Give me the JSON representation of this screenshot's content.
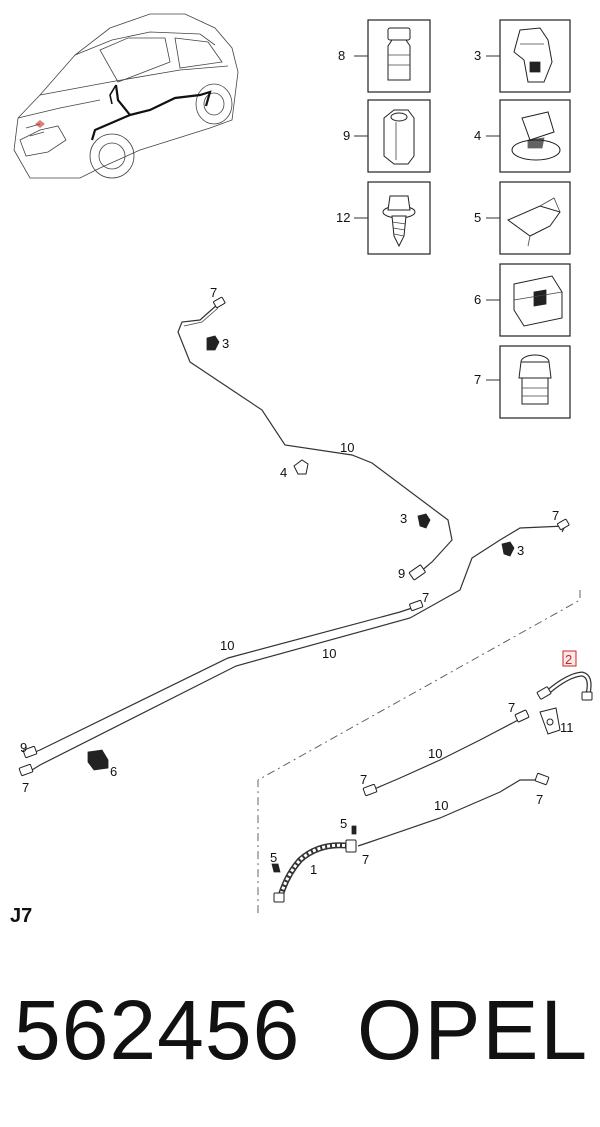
{
  "diagram": {
    "section_label": "J7",
    "highlighted_callout": "2",
    "callouts": {
      "c8": "8",
      "c9": "9",
      "c12": "12",
      "c3": "3",
      "c4": "4",
      "c5": "5",
      "c6": "6",
      "c7": "7",
      "l7a": "7",
      "l3a": "3",
      "l10a": "10",
      "l4a": "4",
      "l3b": "3",
      "l9a": "9",
      "l7b": "7",
      "l3c": "3",
      "l7c": "7",
      "l10b": "10",
      "l10c": "10",
      "l9b": "9",
      "l7d": "7",
      "l6a": "6",
      "l2": "2",
      "l7e": "7",
      "l11": "11",
      "l10d": "10",
      "l7f": "7",
      "l10e": "10",
      "l7g": "7",
      "l5a": "5",
      "l7h": "7",
      "l5b": "5",
      "l1": "1"
    }
  },
  "footer": {
    "part_number": "562456",
    "brand": "OPEL"
  },
  "colors": {
    "highlight": "#c62828",
    "line": "#333333",
    "background": "#ffffff"
  }
}
